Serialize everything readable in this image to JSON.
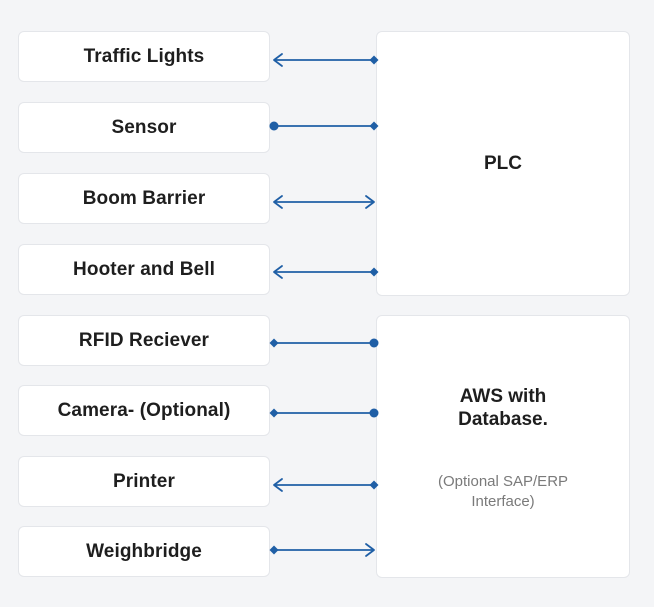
{
  "devices": [
    {
      "label": "Traffic Lights"
    },
    {
      "label": "Sensor"
    },
    {
      "label": "Boom Barrier"
    },
    {
      "label": "Hooter and Bell"
    },
    {
      "label": "RFID Reciever"
    },
    {
      "label": "Camera- (Optional)"
    },
    {
      "label": "Printer"
    },
    {
      "label": "Weighbridge"
    }
  ],
  "hubs": {
    "plc": {
      "title": "PLC"
    },
    "aws": {
      "title": "AWS with\nDatabase.",
      "note": "(Optional SAP/ERP\nInterface)"
    }
  },
  "connections": [
    {
      "from": "Traffic Lights",
      "to": "PLC",
      "left_end": "arrow",
      "right_end": "diamond"
    },
    {
      "from": "Sensor",
      "to": "PLC",
      "left_end": "dot",
      "right_end": "diamond"
    },
    {
      "from": "Boom Barrier",
      "to": "PLC",
      "left_end": "arrow",
      "right_end": "arrow"
    },
    {
      "from": "Hooter and Bell",
      "to": "PLC",
      "left_end": "arrow",
      "right_end": "diamond"
    },
    {
      "from": "RFID Reciever",
      "to": "AWS with Database.",
      "left_end": "diamond",
      "right_end": "dot"
    },
    {
      "from": "Camera- (Optional)",
      "to": "AWS with Database.",
      "left_end": "diamond",
      "right_end": "dot"
    },
    {
      "from": "Printer",
      "to": "AWS with Database.",
      "left_end": "arrow",
      "right_end": "diamond"
    },
    {
      "from": "Weighbridge",
      "to": "AWS with Database.",
      "left_end": "diamond",
      "right_end": "arrow"
    }
  ],
  "colors": {
    "connector": "#1f5fa6",
    "box_border": "#e4e6ea",
    "background": "#f4f5f7"
  }
}
